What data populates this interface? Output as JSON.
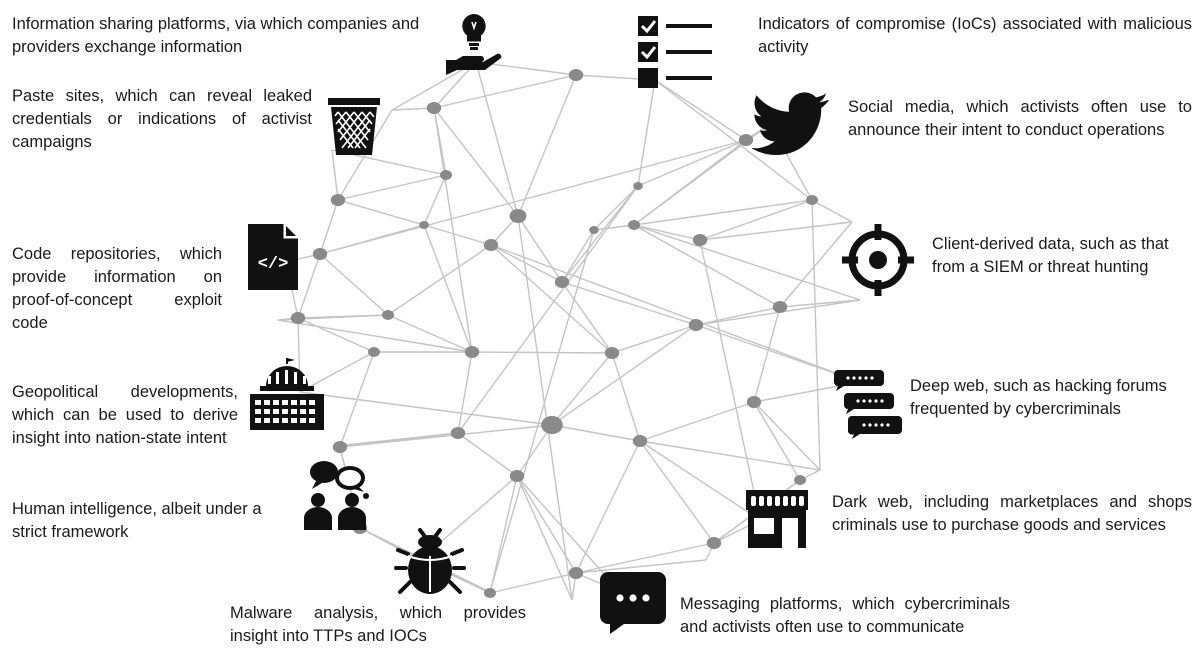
{
  "labels": {
    "info_sharing": "Information sharing platforms, via which companies and providers exchange information",
    "paste_sites": "Paste sites, which can reveal leaked credentials or indications of activist campaigns",
    "code_repos": "Code repositories, which provide information on proof-of-concept exploit code",
    "geopolitical": "Geopolitical developments, which can be used to derive insight into nation-state intent",
    "humint": "Human intelligence, albeit under a strict framework",
    "malware": "Malware analysis, which provides insight into TTPs and IOCs",
    "messaging": "Messaging platforms, which cybercriminals and activists often use to communicate",
    "dark_web": "Dark web, including marketplaces and shops criminals use to purchase goods and services",
    "deep_web": "Deep web, such as hacking forums frequented by cybercriminals",
    "client_data": "Client-derived data, such as that from a SIEM or threat hunting",
    "social_media": "Social media, which activists often use to announce their intent to conduct operations",
    "iocs": "Indicators of compromise (IoCs) associated with malicious activity"
  },
  "icons": {
    "info_sharing": "lightbulb-hand-icon",
    "paste_sites": "trash-bin-icon",
    "code_repos": "code-file-icon",
    "geopolitical": "government-building-icon",
    "humint": "people-speech-icon",
    "malware": "bug-icon",
    "messaging": "chat-bubble-icon",
    "dark_web": "storefront-icon",
    "deep_web": "chat-bubbles-icon",
    "client_data": "crosshair-target-icon",
    "social_media": "twitter-bird-icon",
    "iocs": "checklist-icon"
  },
  "colors": {
    "icon": "#111111",
    "node": "#8a8a8a",
    "edge": "#c4c4c4",
    "text": "#1a1a1a"
  }
}
